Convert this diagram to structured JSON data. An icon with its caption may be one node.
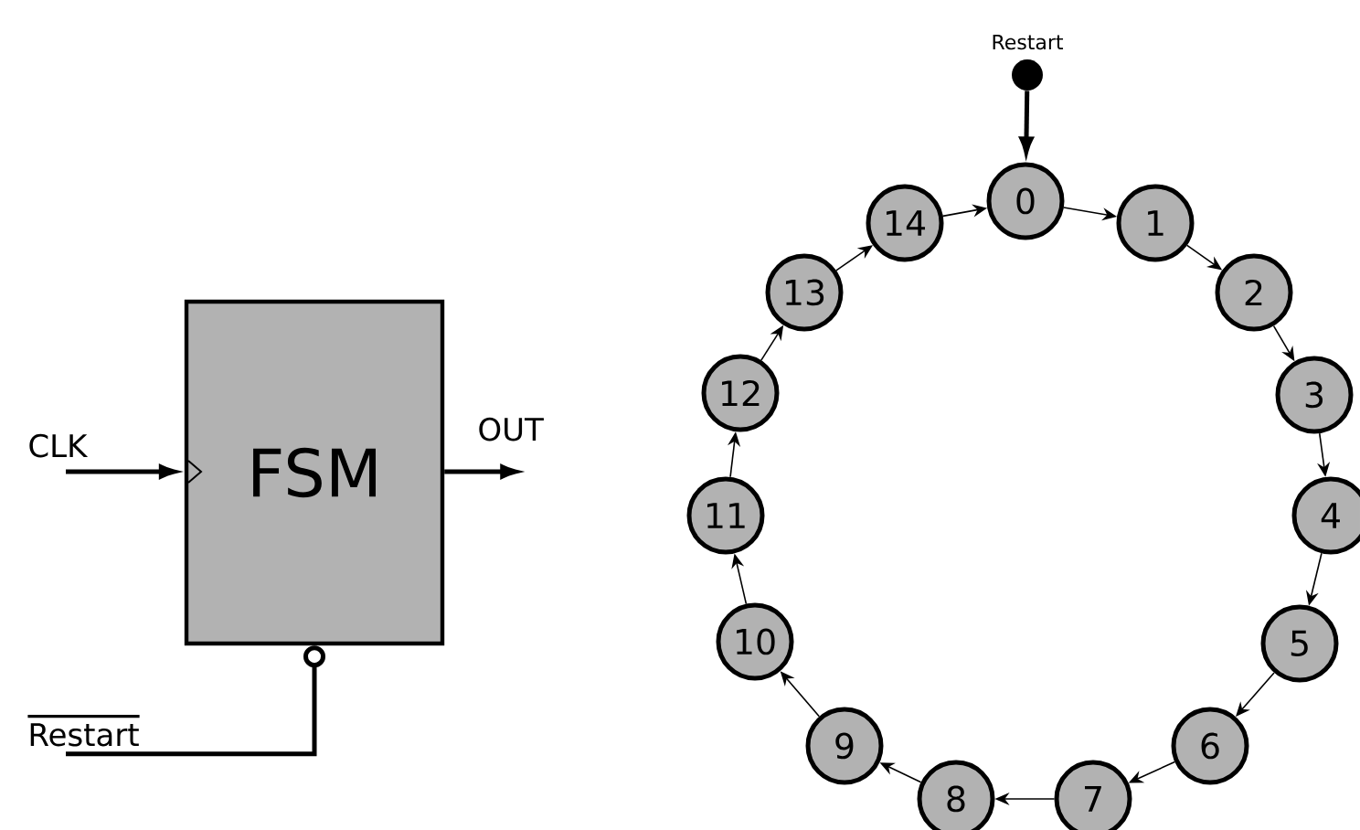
{
  "diagram": {
    "nodes": [
      {
        "text": [
          "FSM"
        ]
      },
      {
        "text": [
          "CLK"
        ]
      },
      {
        "text": [
          "OUT"
        ]
      },
      {
        "text": [
          "Restart"
        ]
      },
      {
        "text": [
          "Restart"
        ]
      },
      {
        "text": [],
        "shape": "circle"
      },
      {
        "text": [
          "0"
        ]
      },
      {
        "text": [
          "1"
        ]
      },
      {
        "text": [
          "2"
        ]
      },
      {
        "text": [
          "3"
        ]
      },
      {
        "text": [
          "4"
        ]
      },
      {
        "text": [
          "5"
        ]
      },
      {
        "text": [
          "6"
        ]
      },
      {
        "text": [
          "7"
        ]
      },
      {
        "text": [
          "8"
        ]
      },
      {
        "text": [
          "9"
        ]
      },
      {
        "text": [
          "10"
        ]
      },
      {
        "text": [
          "11"
        ]
      },
      {
        "text": [
          "12"
        ]
      },
      {
        "text": [
          "13"
        ]
      },
      {
        "text": [
          "14"
        ]
      }
    ],
    "edges": [
      {
        "from": 1,
        "to": 0,
        "arrow": "to",
        "style": "thick"
      },
      {
        "from": 0,
        "to": 2,
        "arrow": "to",
        "style": "thick"
      },
      {
        "from": 3,
        "to": 0,
        "arrow": "other",
        "style": "thick"
      },
      {
        "from": 5,
        "to": 6,
        "arrow": "to",
        "style": "thick"
      },
      {
        "from": 6,
        "to": 7,
        "arrow": "to"
      },
      {
        "from": 7,
        "to": 8,
        "arrow": "to"
      },
      {
        "from": 8,
        "to": 9,
        "arrow": "to"
      },
      {
        "from": 9,
        "to": 10,
        "arrow": "to"
      },
      {
        "from": 10,
        "to": 11,
        "arrow": "to"
      },
      {
        "from": 11,
        "to": 12,
        "arrow": "to"
      },
      {
        "from": 12,
        "to": 13,
        "arrow": "to"
      },
      {
        "from": 13,
        "to": 14,
        "arrow": "to"
      },
      {
        "from": 14,
        "to": 15,
        "arrow": "to"
      },
      {
        "from": 15,
        "to": 16,
        "arrow": "to"
      },
      {
        "from": 16,
        "to": 17,
        "arrow": "to"
      },
      {
        "from": 17,
        "to": 18,
        "arrow": "to"
      },
      {
        "from": 18,
        "to": 19,
        "arrow": "to"
      },
      {
        "from": 19,
        "to": 20,
        "arrow": "to"
      },
      {
        "from": 20,
        "to": 6,
        "arrow": "to"
      }
    ]
  }
}
